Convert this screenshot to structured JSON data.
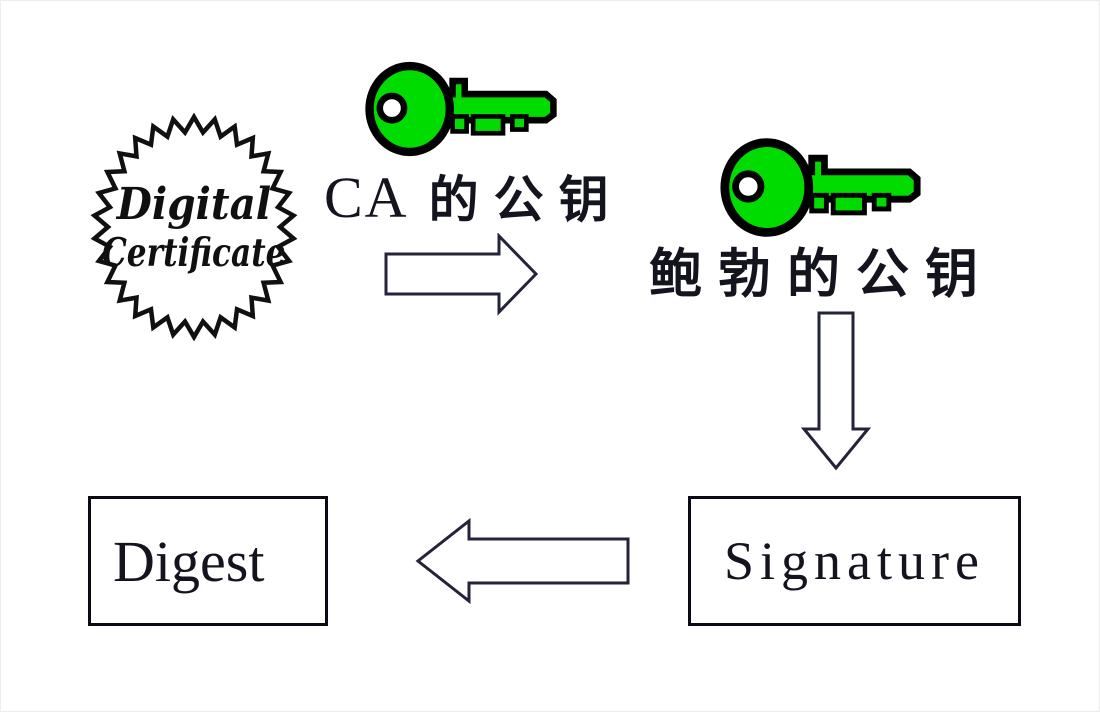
{
  "seal": {
    "line1": "Digital",
    "line2": "Certificate"
  },
  "labels": {
    "ca_key_prefix": "CA",
    "ca_key_cjk": "的公钥",
    "bob_key": "鲍勃的公钥"
  },
  "boxes": {
    "signature": "Signature",
    "digest": "Digest"
  },
  "icons": {
    "ca_key": "green-key-icon",
    "bob_key": "green-key-icon",
    "seal": "starburst-seal-icon"
  },
  "colors": {
    "key_green": "#00dc00",
    "key_outline": "#000000",
    "key_hole": "#ffffff",
    "arrow_outline": "#23233a",
    "arrow_fill": "#ffffff",
    "box_border": "#0a0a14",
    "seal_ink": "#101010",
    "text": "#14141e",
    "background": "#ffffff"
  }
}
